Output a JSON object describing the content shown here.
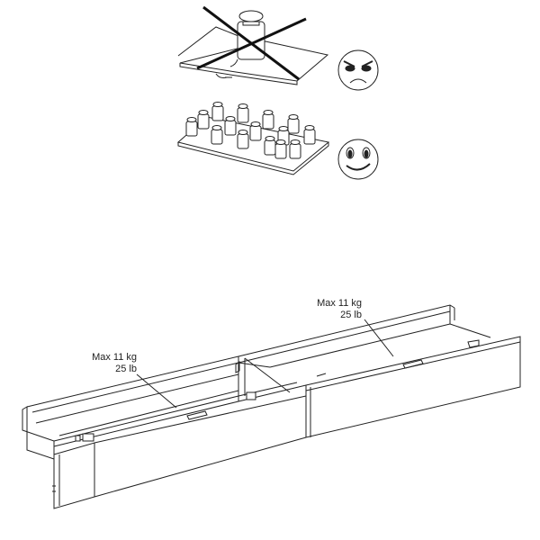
{
  "figure": {
    "top_illustration": {
      "wrong_icon": "angry-face-icon",
      "right_icon": "smiling-face-icon"
    },
    "labels": [
      {
        "max_kg": "Max 11 kg",
        "max_lb": "25 lb"
      },
      {
        "max_kg": "Max 11 kg",
        "max_lb": "25 lb"
      }
    ],
    "colors": {
      "line": "#222222",
      "background": "#ffffff"
    }
  }
}
